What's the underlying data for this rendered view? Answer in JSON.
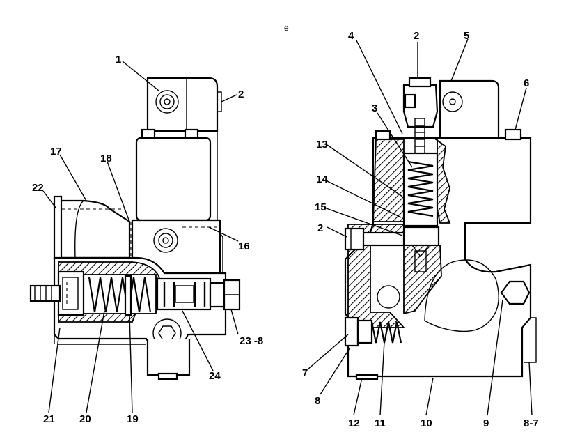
{
  "stray_mark": "e",
  "callouts": {
    "left_1": "1",
    "left_2": "2",
    "left_16": "16",
    "left_17": "17",
    "left_18": "18",
    "left_19": "19",
    "left_20": "20",
    "left_21": "21",
    "left_22": "22",
    "left_23": "23 -8",
    "left_24": "24",
    "right_2a": "2",
    "right_2b": "2",
    "right_3": "3",
    "right_4": "4",
    "right_5": "5",
    "right_6": "6",
    "right_7": "7",
    "right_8": "8",
    "right_8_7": "8-7",
    "right_9": "9",
    "right_10": "10",
    "right_11": "11",
    "right_12": "12",
    "right_13": "13",
    "right_14": "14",
    "right_15": "15"
  }
}
